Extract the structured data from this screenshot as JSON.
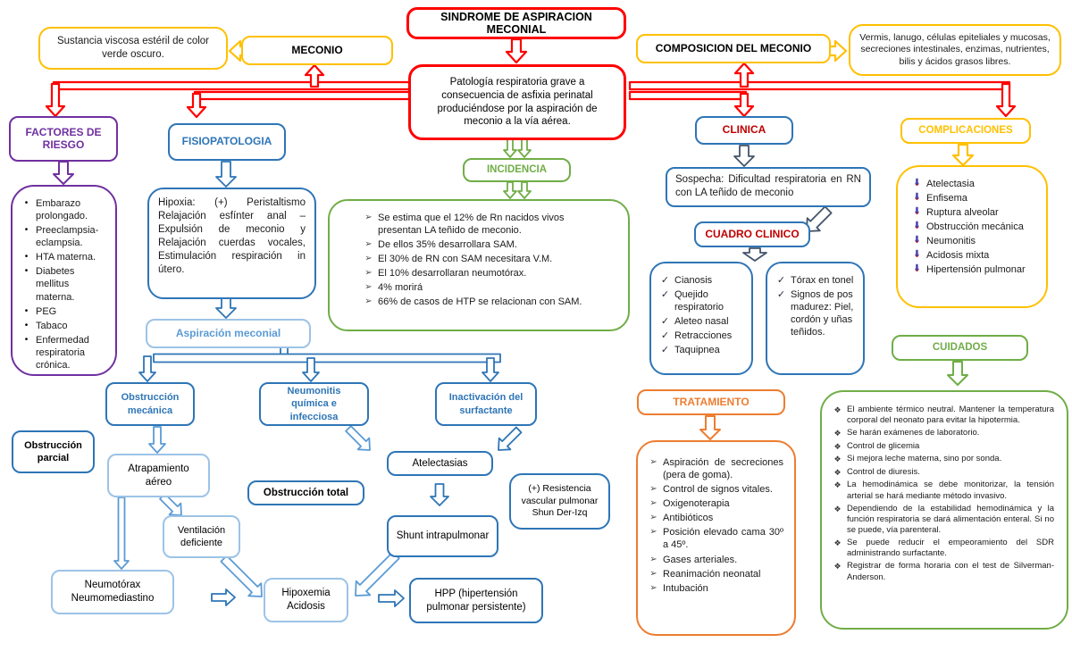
{
  "palette": {
    "red": "#FF0000",
    "yellow": "#FFC000",
    "purple": "#7030A0",
    "blue": "#2E75B6",
    "light_blue": "#5B9BD5",
    "green": "#70AD47",
    "orange": "#ED7D31",
    "navy": "#44546A",
    "dark_red": "#C00000"
  },
  "bullets": {
    "dot": "•",
    "chevron": "➢",
    "check": "✓",
    "diamond": "❖",
    "arrow_down": "⬇"
  },
  "title": "SINDROME DE ASPIRACION MECONIAL",
  "definicion": "Patología respiratoria grave a consecuencia de asfixia perinatal produciéndose por la aspiración de meconio a la vía aérea.",
  "meconio": {
    "label": "MECONIO",
    "desc": "Sustancia viscosa estéril de color verde oscuro."
  },
  "composicion": {
    "label": "COMPOSICION DEL MECONIO",
    "desc": "Vermis, lanugo, células epiteliales y mucosas, secreciones intestinales, enzimas, nutrientes, bilis y ácidos grasos libres."
  },
  "factores": {
    "label": "FACTORES DE RIESGO",
    "items": [
      "Embarazo prolongado.",
      "Preeclampsia-eclampsia.",
      "HTA materna.",
      "Diabetes mellitus materna.",
      "PEG",
      "Tabaco",
      "Enfermedad respiratoria crónica."
    ]
  },
  "fisiopatologia": {
    "label": "FISIOPATOLOGIA",
    "desc": "Hipoxia: (+) Peristaltismo Relajación esfínter anal – Expulsión de meconio y Relajación cuerdas vocales, Estimulación respiración in útero.",
    "aspiracion": "Aspiración meconial"
  },
  "incidencia": {
    "label": "INCIDENCIA",
    "items": [
      "Se estima que el 12% de Rn nacidos vivos presentan LA teñido de meconio.",
      "De ellos 35% desarrollara SAM.",
      "El 30% de RN con SAM necesitara V.M.",
      "El 10% desarrollaran neumotórax.",
      "4% morirá",
      "66% de casos de HTP se relacionan con SAM."
    ]
  },
  "clinica": {
    "label": "CLINICA",
    "sospecha": "Sospecha: Dificultad respiratoria en RN con LA teñido de meconio",
    "cuadro_label": "CUADRO CLINICO",
    "sintomas": [
      "Cianosis",
      "Quejido respiratorio",
      "Aleteo nasal",
      "Retracciones",
      "Taquipnea"
    ],
    "signos": [
      "Tórax en tonel",
      "Signos de pos madurez: Piel, cordón y uñas teñidos."
    ]
  },
  "complicaciones": {
    "label": "COMPLICACIONES",
    "items": [
      "Atelectasia",
      "Enfisema",
      "Ruptura alveolar",
      "Obstrucción mecánica",
      "Neumonitis",
      "Acidosis mixta",
      "Hipertensión pulmonar"
    ]
  },
  "cuidados": {
    "label": "CUIDADOS",
    "items": [
      "El ambiente térmico neutral. Mantener la temperatura corporal del neonato para evitar la hipotermia.",
      "Se harán exámenes de laboratorio.",
      "Control de glicemia",
      "Si mejora leche materna, sino por sonda.",
      "Control de diuresis.",
      "La hemodinámica se debe monitorizar, la tensión arterial se hará mediante método invasivo.",
      "Dependiendo de la estabilidad hemodinámica y la función respiratoria se dará alimentación enteral. Si no se puede, vía parenteral.",
      "Se puede reducir el empeoramiento del SDR administrando surfactante.",
      "Registrar de forma horaria con el test de Silverman-Anderson."
    ]
  },
  "tratamiento": {
    "label": "TRATAMIENTO",
    "items": [
      "Aspiración de secreciones (pera de goma).",
      "Control de signos vitales.",
      "Oxigenoterapia",
      "Antibióticos",
      "Posición elevado cama 30º a 45º.",
      "Gases arteriales.",
      "Reanimación neonatal",
      "Intubación"
    ]
  },
  "flujo": {
    "obstruccion_mecanica": "Obstrucción mecánica",
    "neumonitis": "Neumonitis química e infecciosa",
    "inactivacion": "Inactivación del surfactante",
    "obstruccion_parcial": "Obstrucción parcial",
    "atrapamiento": "Atrapamiento aéreo",
    "obstruccion_total": "Obstrucción total",
    "ventilacion": "Ventilación deficiente",
    "neumotorax": "Neumotórax Neumomediastino",
    "hipoxemia": "Hipoxemia Acidosis",
    "atelectasias": "Atelectasias",
    "shunt": "Shunt intrapulmonar",
    "hpp": "HPP (hipertensión pulmonar persistente)",
    "resistencia": "(+) Resistencia vascular pulmonar Shun Der-Izq"
  }
}
